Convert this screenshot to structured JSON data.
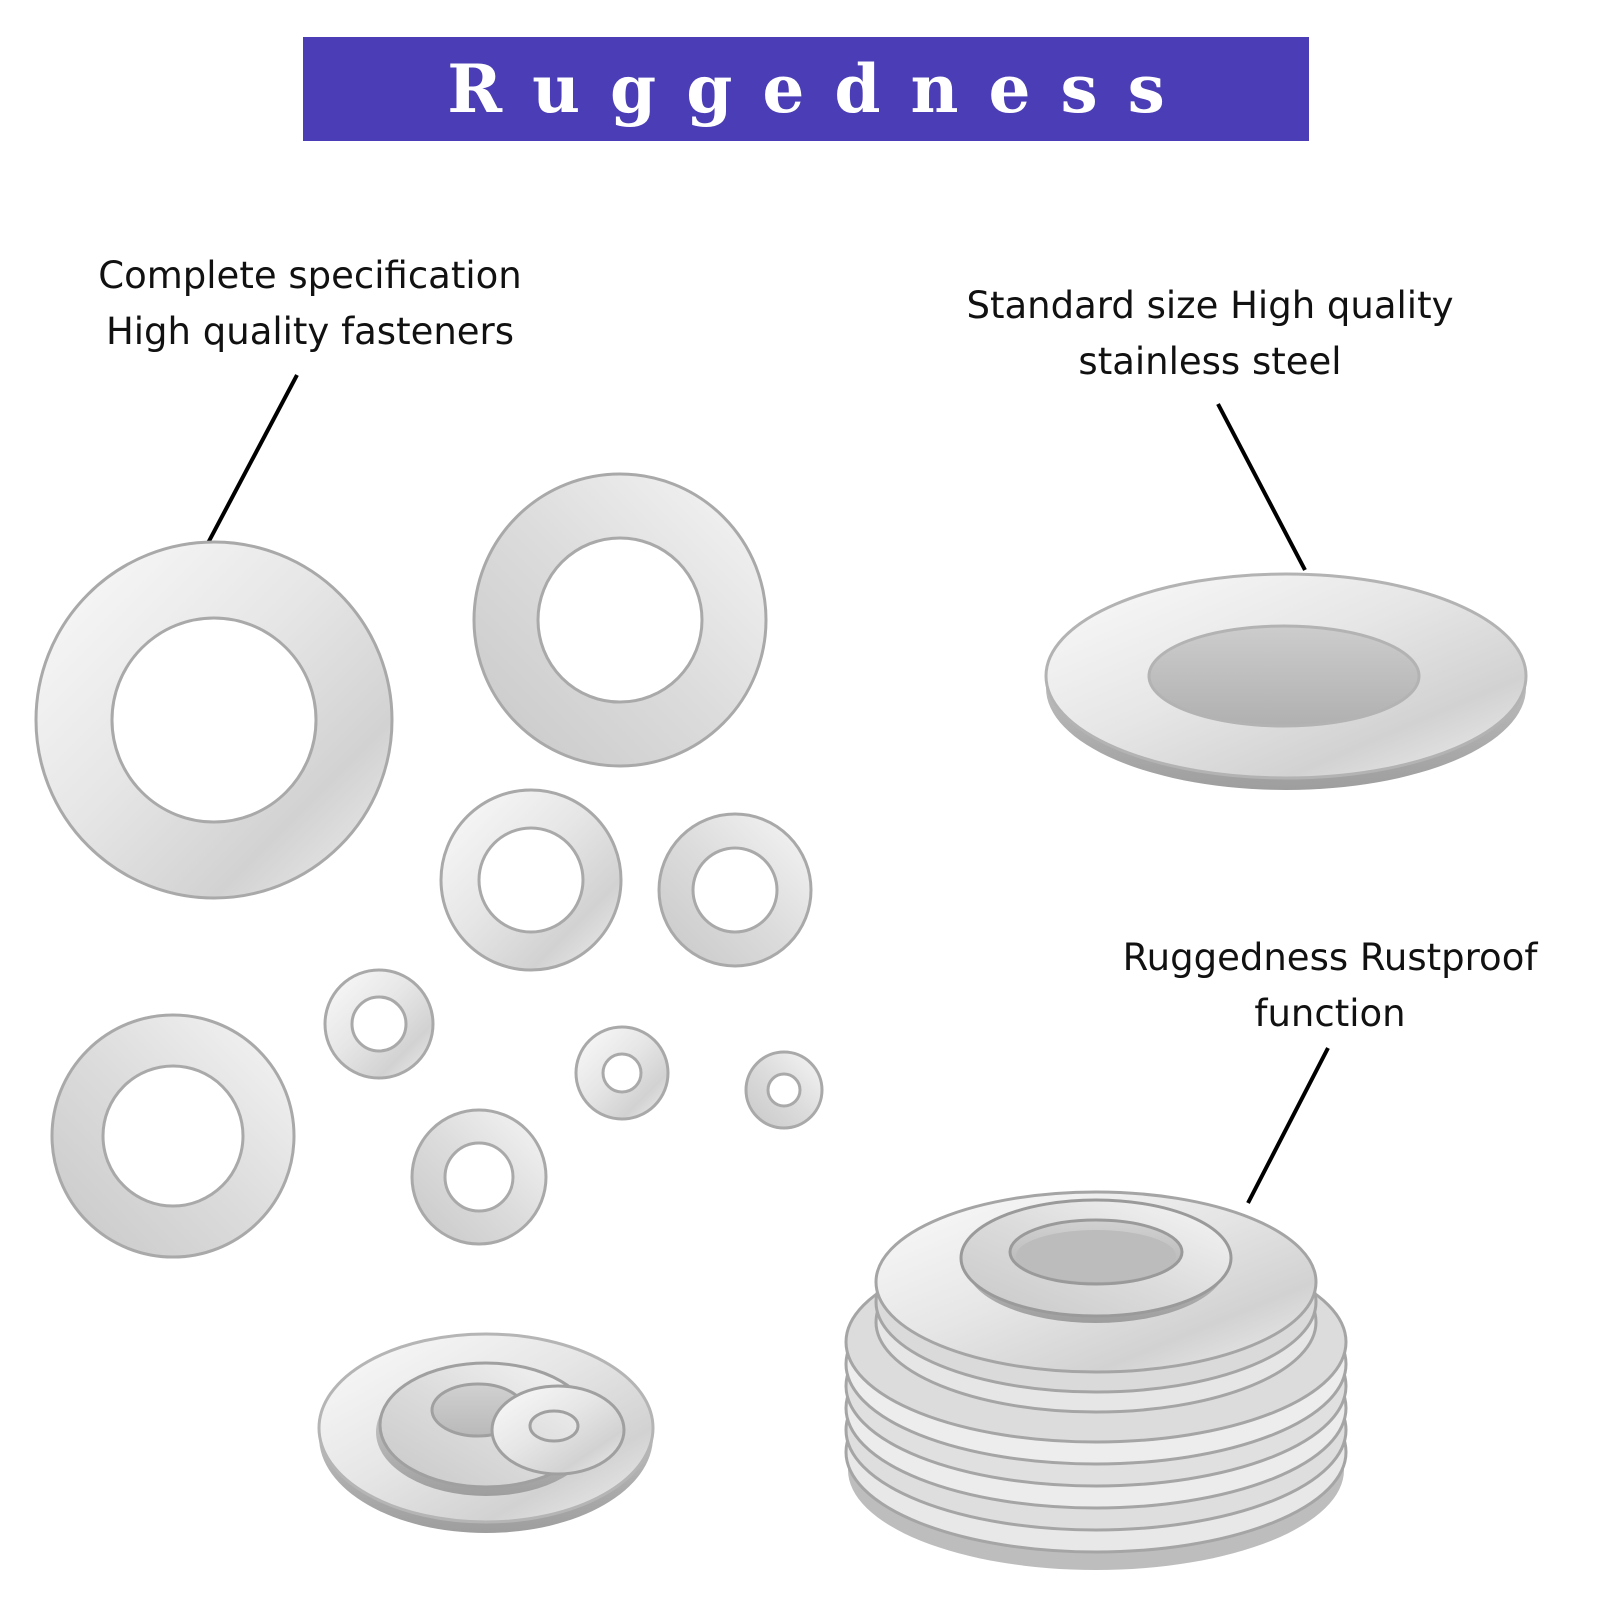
{
  "banner": {
    "title": "Ruggedness",
    "background": "#4a3db5",
    "text_color": "#ffffff"
  },
  "callouts": [
    {
      "id": "spec",
      "lines": [
        "Complete specification",
        "High quality fasteners"
      ]
    },
    {
      "id": "steel",
      "lines": [
        "Standard size High quality",
        "stainless steel"
      ]
    },
    {
      "id": "rust",
      "lines": [
        "Ruggedness Rustproof",
        "function"
      ]
    }
  ],
  "illustration": {
    "subject": "stainless steel flat washers",
    "metal_light": "#f4f4f4",
    "metal_dark": "#a9a9a9"
  }
}
